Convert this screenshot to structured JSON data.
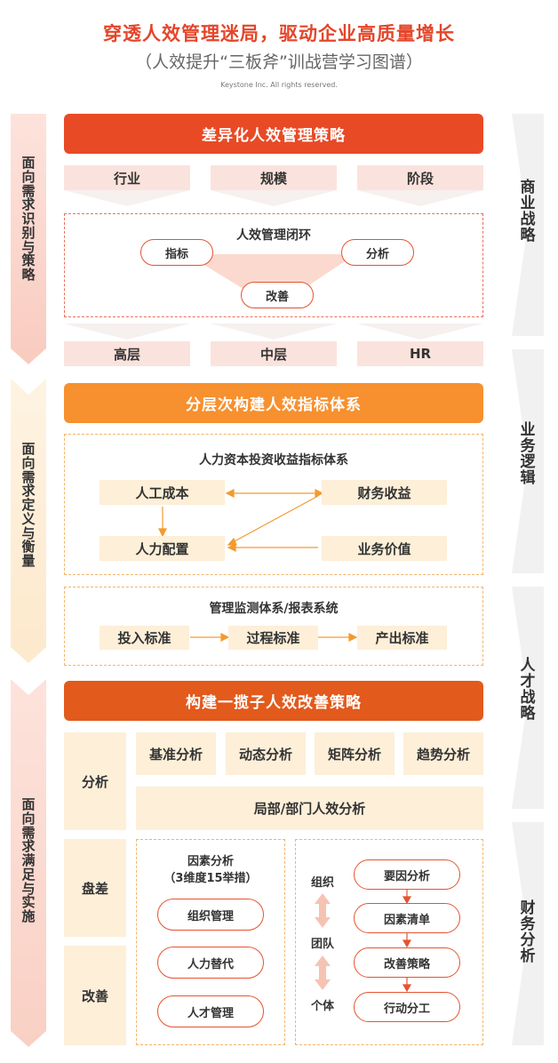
{
  "header": {
    "title": "穿透人效管理迷局，驱动企业高质量增长",
    "subtitle": "（人效提升“三板斧”训战营学习图谱）",
    "copyright": "Keystone Inc. All rights reserved."
  },
  "left_labels": [
    [
      "面",
      "向",
      "需",
      "求",
      "识",
      "别",
      "与",
      "策",
      "略"
    ],
    [
      "面",
      "向",
      "需",
      "求",
      "定",
      "义",
      "与",
      "衡",
      "量"
    ],
    [
      "面",
      "向",
      "需",
      "求",
      "满",
      "足",
      "与",
      "实",
      "施"
    ]
  ],
  "right_labels": [
    [
      "商",
      "业",
      "战",
      "略"
    ],
    [
      "业",
      "务",
      "逻",
      "辑"
    ],
    [
      "人",
      "才",
      "战",
      "略"
    ],
    [
      "财",
      "务",
      "分",
      "析"
    ]
  ],
  "section1": {
    "banner": "差异化人效管理策略",
    "top_boxes": [
      "行业",
      "规模",
      "阶段"
    ],
    "loop_title": "人效管理闭环",
    "loop_items": [
      "指标",
      "分析",
      "改善"
    ],
    "bottom_boxes": [
      "高层",
      "中层",
      "HR"
    ]
  },
  "section2": {
    "banner": "分层次构建人效指标体系",
    "system_title": "人力资本投资收益指标体系",
    "cells": [
      "人工成本",
      "财务收益",
      "人力配置",
      "业务价值"
    ],
    "monitor_title": "管理监测体系/报表系统",
    "flow": [
      "投入标准",
      "过程标准",
      "产出标准"
    ]
  },
  "section3": {
    "banner": "构建一揽子人效改善策略",
    "left_labels": [
      "分析",
      "盘差",
      "改善"
    ],
    "analysis": [
      "基准分析",
      "动态分析",
      "矩阵分析",
      "趋势分析"
    ],
    "local_analysis": "局部/部门人效分析",
    "factor_title": "因素分析",
    "factor_sub": "（3维度15举措）",
    "factors": [
      "组织管理",
      "人力替代",
      "人才管理"
    ],
    "levels": [
      "组织",
      "团队",
      "个体"
    ],
    "steps": [
      "要因分析",
      "因素清单",
      "改善策略",
      "行动分工"
    ]
  },
  "colors": {
    "banner1": "#e84a26",
    "banner2": "#f7902e",
    "banner3": "#e25a1c",
    "title": "#e4462a"
  }
}
